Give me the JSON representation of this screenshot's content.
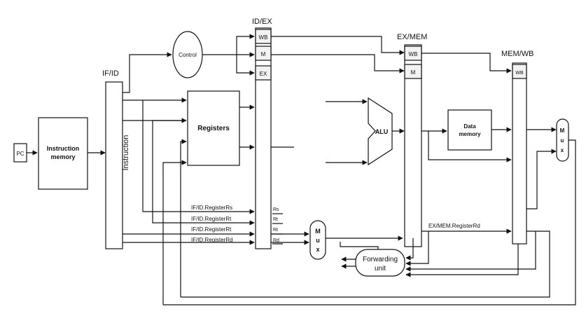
{
  "pipeline_registers": {
    "if_id": "IF/ID",
    "id_ex": "ID/EX",
    "ex_mem": "EX/MEM",
    "mem_wb": "MEM/WB"
  },
  "control_fields": {
    "wb": "WB",
    "m": "M",
    "ex": "EX"
  },
  "units": {
    "pc": "PC",
    "instruction_memory": [
      "Instruction",
      "memory"
    ],
    "instruction_bus": "Instruction",
    "control": "Control",
    "registers": "Registers",
    "alu": "ALU",
    "data_memory": [
      "Data",
      "memory"
    ],
    "mux_letters": [
      "M",
      "u",
      "x"
    ],
    "forwarding_unit": [
      "Forwarding",
      "unit"
    ]
  },
  "signals": {
    "if_id_rs": "IF/ID.RegisterRs",
    "if_id_rt_1": "IF/ID.RegisterRt",
    "if_id_rt_2": "IF/ID.RegisterRt",
    "if_id_rd": "IF/ID.RegisterRd",
    "ex_mem_rd": "EX/MEM.RegisterRd"
  },
  "id_ex_fields": {
    "rs": "Rs",
    "rt_1": "Rt",
    "rt_2": "Rt",
    "rd": "Rd"
  }
}
